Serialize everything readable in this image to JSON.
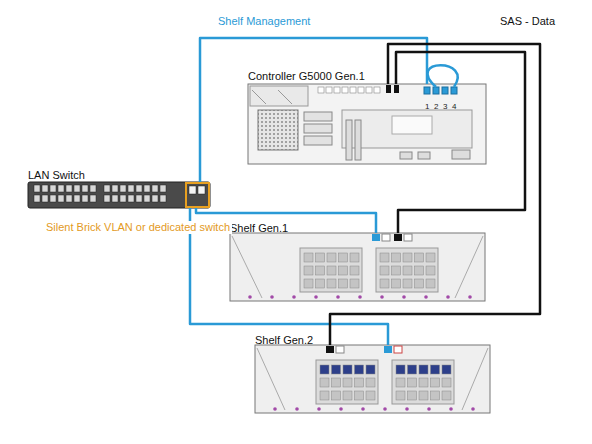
{
  "diagram": {
    "nodes": [
      {
        "text": [
          "Controller G5000 Gen.1"
        ]
      },
      {
        "text": [
          "LAN Switch"
        ]
      },
      {
        "text": [
          "Shelf Gen.1"
        ]
      },
      {
        "text": [
          "Shelf Gen.2"
        ]
      }
    ],
    "edges": [
      {
        "from": 1,
        "to": 0,
        "arrow": "none"
      },
      {
        "from": 1,
        "to": 2,
        "arrow": "none"
      },
      {
        "from": 1,
        "to": 3,
        "arrow": "none"
      },
      {
        "from": 0,
        "to": 2,
        "arrow": "none"
      },
      {
        "from": 0,
        "to": 3,
        "arrow": "none"
      }
    ],
    "labels": [
      "Shelf Management",
      "SAS - Data",
      "Silent Brick VLAN or dedicated switch",
      "1",
      "2",
      "3",
      "4"
    ]
  }
}
